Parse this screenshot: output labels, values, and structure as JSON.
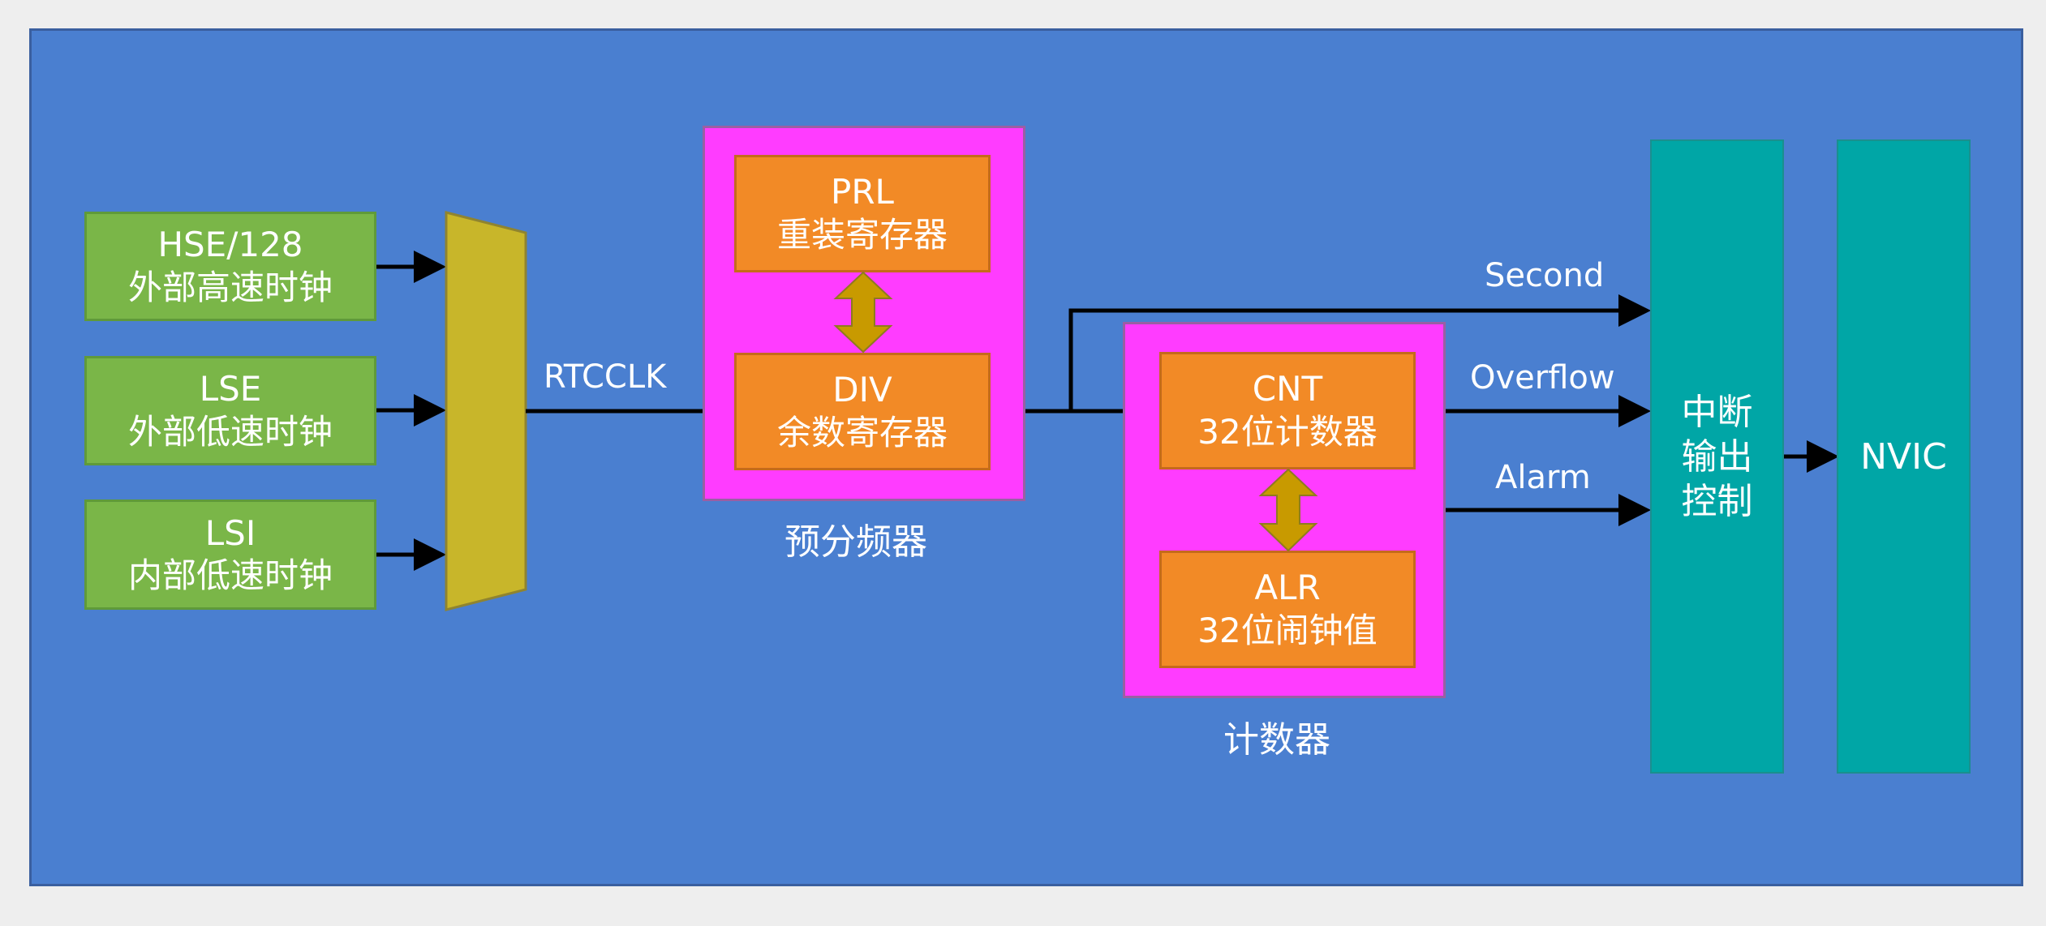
{
  "sources": [
    {
      "line1": "HSE/128",
      "line2": "外部高速时钟"
    },
    {
      "line1": "LSE",
      "line2": "外部低速时钟"
    },
    {
      "line1": "LSI",
      "line2": "内部低速时钟"
    }
  ],
  "rtcclk_label": "RTCCLK",
  "prescaler": {
    "caption": "预分频器",
    "prl": {
      "line1": "PRL",
      "line2": "重装寄存器"
    },
    "div": {
      "line1": "DIV",
      "line2": "余数寄存器"
    }
  },
  "counter": {
    "caption": "计数器",
    "cnt": {
      "line1": "CNT",
      "line2": "32位计数器"
    },
    "alr": {
      "line1": "ALR",
      "line2": "32位闹钟值"
    }
  },
  "signals": {
    "second": "Second",
    "overflow": "Overflow",
    "alarm": "Alarm"
  },
  "interrupt_control": {
    "line1": "中断",
    "line2": "输出",
    "line3": "控制"
  },
  "nvic_label": "NVIC",
  "colors": {
    "background": "#4a7fd0",
    "source_box": "#7ab648",
    "mux": "#c8b62a",
    "register_box": "#f28a26",
    "group_box": "#ff3cff",
    "output_box": "#00a6a6",
    "bidirectional_arrow": "#c89a00"
  }
}
